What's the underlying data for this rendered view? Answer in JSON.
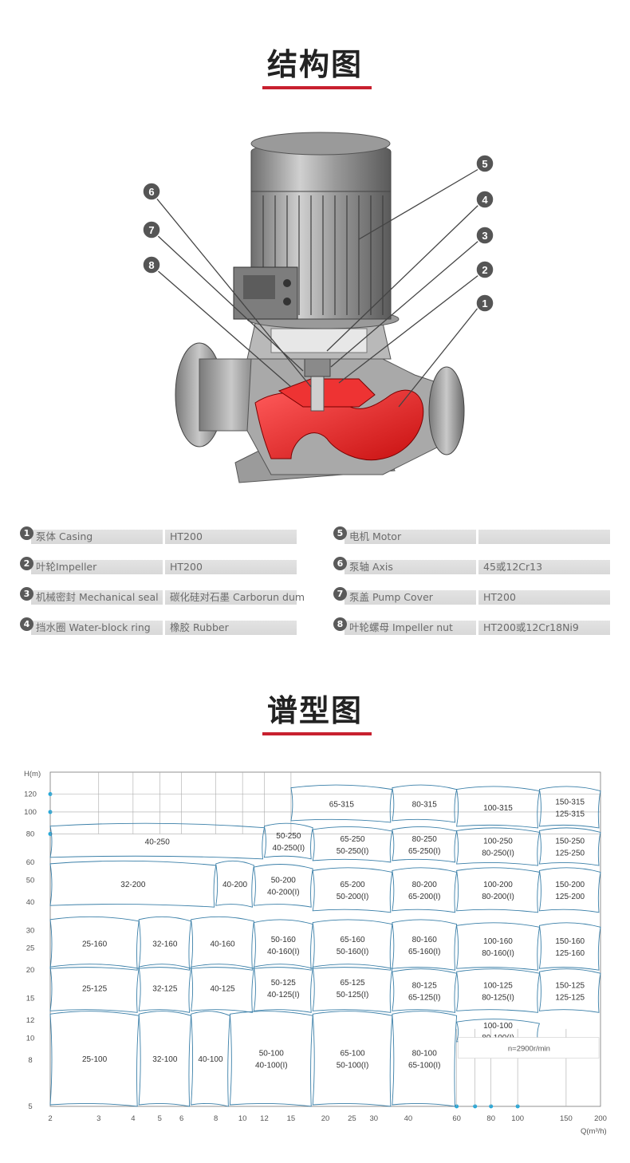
{
  "structure_section": {
    "title": "结构图",
    "callouts": [
      "1",
      "2",
      "3",
      "4",
      "5",
      "6",
      "7",
      "8"
    ],
    "parts": [
      {
        "num": "1",
        "name": "泵体 Casing",
        "material": "HT200"
      },
      {
        "num": "2",
        "name": "叶轮Impeller",
        "material": "HT200"
      },
      {
        "num": "3",
        "name": "机械密封 Mechanical seal",
        "material": "碳化硅对石墨 Carborun dum"
      },
      {
        "num": "4",
        "name": "挡水圈 Water-block ring",
        "material": "橡胶 Rubber"
      },
      {
        "num": "5",
        "name": "电机 Motor",
        "material": ""
      },
      {
        "num": "6",
        "name": "泵轴 Axis",
        "material": "45或12Cr13"
      },
      {
        "num": "7",
        "name": "泵盖 Pump Cover",
        "material": "HT200"
      },
      {
        "num": "8",
        "name": "叶轮螺母 Impeller nut",
        "material": "HT200或12Cr18Ni9"
      }
    ]
  },
  "spectrum_section": {
    "title": "谱型图",
    "y_axis_label": "H(m)",
    "x_axis_label": "Q(m³/h)",
    "y_ticks": [
      "120",
      "100",
      "80",
      "60",
      "50",
      "40",
      "30",
      "25",
      "20",
      "15",
      "12",
      "10",
      "8",
      "5"
    ],
    "x_ticks": [
      "2",
      "3",
      "4",
      "5",
      "6",
      "8",
      "10",
      "12",
      "15",
      "20",
      "25",
      "30",
      "40",
      "60",
      "80",
      "100",
      "150",
      "200"
    ],
    "speed_note": "n=2900r/min",
    "models": [
      "65-315",
      "80-315",
      "100-315",
      "150-315",
      "125-315",
      "40-250",
      "50-250",
      "40-250(I)",
      "65-250",
      "50-250(I)",
      "80-250",
      "65-250(I)",
      "100-250",
      "80-250(I)",
      "150-250",
      "125-250",
      "32-200",
      "40-200",
      "50-200",
      "40-200(I)",
      "65-200",
      "50-200(I)",
      "80-200",
      "65-200(I)",
      "100-200",
      "80-200(I)",
      "150-200",
      "125-200",
      "25-160",
      "32-160",
      "40-160",
      "50-160",
      "40-160(I)",
      "65-160",
      "50-160(I)",
      "80-160",
      "65-160(I)",
      "100-160",
      "80-160(I)",
      "150-160",
      "125-160",
      "25-125",
      "32-125",
      "40-125",
      "50-125",
      "40-125(I)",
      "65-125",
      "50-125(I)",
      "80-125",
      "65-125(I)",
      "100-125",
      "80-125(I)",
      "150-125",
      "125-125",
      "25-100",
      "32-100",
      "40-100",
      "50-100",
      "40-100(I)",
      "65-100",
      "50-100(I)",
      "80-100",
      "65-100(I)",
      "100-100",
      "80-100(I)"
    ]
  },
  "colors": {
    "accent_red": "#c8202f",
    "chart_line": "#3a7fa8",
    "chart_marker": "#29a8d8",
    "badge": "#5a5a5a",
    "table_cell": "#dcdcdc"
  }
}
